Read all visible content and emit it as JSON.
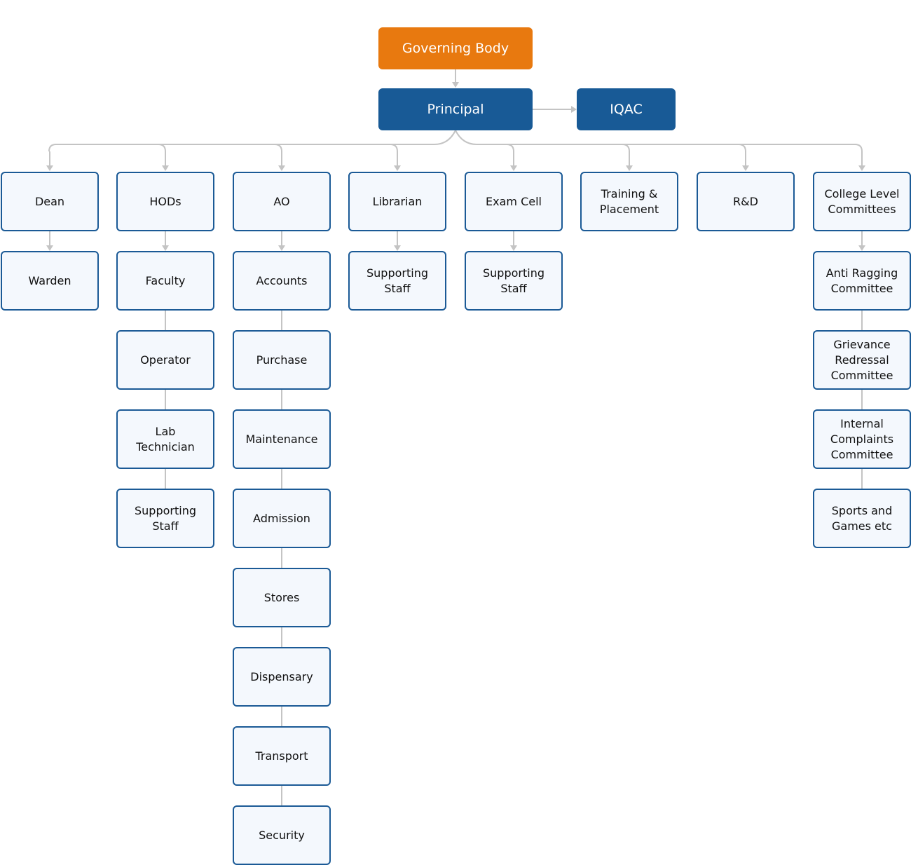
{
  "colors": {
    "governing_body": "#e8790f",
    "principal": "#185a96",
    "node_border": "#1b5a96",
    "node_fill": "#f4f8fd",
    "connector": "#c4c4c4"
  },
  "top": {
    "governing_body": "Governing Body",
    "principal": "Principal",
    "iqac": "IQAC"
  },
  "columns": [
    {
      "head": "Dean",
      "children": [
        "Warden"
      ]
    },
    {
      "head": "HODs",
      "children": [
        "Faculty",
        "Operator",
        "Lab\nTechnician",
        "Supporting\nStaff"
      ]
    },
    {
      "head": "AO",
      "children": [
        "Accounts",
        "Purchase",
        "Maintenance",
        "Admission",
        "Stores",
        "Dispensary",
        "Transport",
        "Security"
      ]
    },
    {
      "head": "Librarian",
      "children": [
        "Supporting\nStaff"
      ]
    },
    {
      "head": "Exam Cell",
      "children": [
        "Supporting\nStaff"
      ]
    },
    {
      "head": "Training &\nPlacement",
      "children": []
    },
    {
      "head": "R&D",
      "children": []
    },
    {
      "head": "College Level\nCommittees",
      "children": [
        "Anti Ragging\nCommittee",
        "Grievance\nRedressal\nCommittee",
        "Internal\nComplaints\nCommittee",
        "Sports and\nGames etc"
      ]
    }
  ]
}
